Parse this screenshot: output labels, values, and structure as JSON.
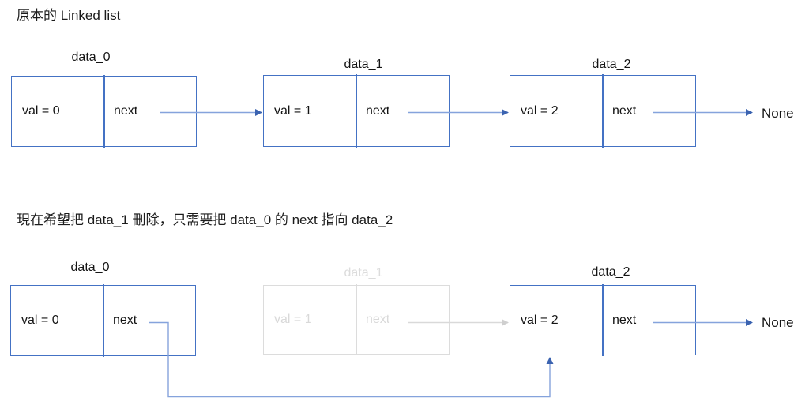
{
  "colors": {
    "box_border_blue": "#4472C4",
    "arrow_line_blue": "#85A3DC",
    "arrow_head_blue": "#3B63B0",
    "faded_gray": "#D9D9D9",
    "text_black": "#1F1F1F"
  },
  "section_original": {
    "title": "原本的 Linked list",
    "nodes": [
      {
        "label": "data_0",
        "val": "val = 0",
        "next": "next"
      },
      {
        "label": "data_1",
        "val": "val = 1",
        "next": "next"
      },
      {
        "label": "data_2",
        "val": "val = 2",
        "next": "next"
      }
    ],
    "terminator": "None"
  },
  "section_modified": {
    "title": "現在希望把 data_1 刪除，只需要把 data_0 的 next 指向 data_2",
    "nodes": [
      {
        "label": "data_0",
        "val": "val = 0",
        "next": "next"
      },
      {
        "label": "data_1",
        "val": "val = 1",
        "next": "next",
        "faded": true
      },
      {
        "label": "data_2",
        "val": "val = 2",
        "next": "next"
      }
    ],
    "terminator": "None"
  }
}
